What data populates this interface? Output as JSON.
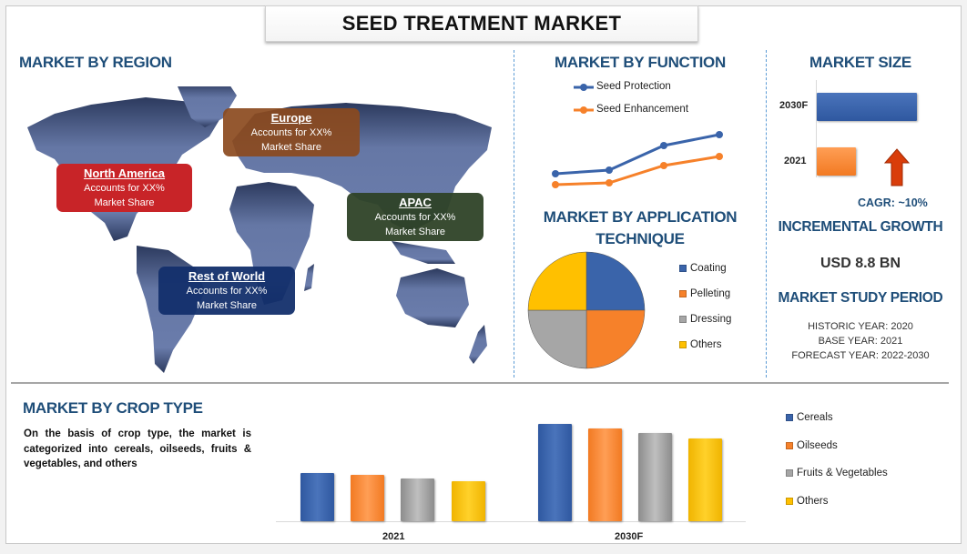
{
  "title": "SEED TREATMENT MARKET",
  "region": {
    "title": "MARKET BY REGION",
    "boxes": [
      {
        "name": "North America",
        "line1": "Accounts for XX%",
        "line2": "Market Share",
        "color": "#c0161c"
      },
      {
        "name": "Europe",
        "line1": "Accounts for XX%",
        "line2": "Market Share",
        "color": "#8b4a1e"
      },
      {
        "name": "APAC",
        "line1": "Accounts for XX%",
        "line2": "Market Share",
        "color": "#2e4227"
      },
      {
        "name": "Rest of World",
        "line1": "Accounts for XX%",
        "line2": "Market Share",
        "color": "#132f6b"
      }
    ]
  },
  "function": {
    "title": "MARKET BY FUNCTION",
    "legend": [
      "Seed Protection",
      "Seed Enhancement"
    ]
  },
  "application": {
    "title_line1": "MARKET BY APPLICATION",
    "title_line2": "TECHNIQUE",
    "legend": [
      "Coating",
      "Pelleting",
      "Dressing",
      "Others"
    ]
  },
  "market_size": {
    "title": "MARKET SIZE",
    "labels": [
      "2030F",
      "2021"
    ],
    "cagr": "CAGR:  ~10%"
  },
  "incremental": {
    "title": "INCREMENTAL GROWTH",
    "value": "USD 8.8 BN"
  },
  "study_period": {
    "title": "MARKET STUDY PERIOD",
    "historic": "HISTORIC YEAR: 2020",
    "base": "BASE YEAR: 2021",
    "forecast": "FORECAST YEAR: 2022-2030"
  },
  "crop": {
    "title": "MARKET BY CROP TYPE",
    "description": "On the basis of crop type, the market is categorized into cereals, oilseeds, fruits & vegetables, and others",
    "categories": [
      "2021",
      "2030F"
    ],
    "legend": [
      "Cereals",
      "Oilseeds",
      "Fruits & Vegetables",
      "Others"
    ]
  },
  "colors": {
    "blue": "#3a64aa",
    "orange": "#f6812a",
    "gray": "#a6a6a6",
    "yellow": "#ffc000",
    "heading": "#1f4e79"
  },
  "chart_data": [
    {
      "type": "line",
      "title": "MARKET BY FUNCTION",
      "x": [
        1,
        2,
        3,
        4
      ],
      "series": [
        {
          "name": "Seed Protection",
          "values": [
            1.0,
            1.1,
            2.4,
            3.0
          ]
        },
        {
          "name": "Seed Enhancement",
          "values": [
            0.5,
            0.6,
            1.5,
            2.0
          ]
        }
      ],
      "xlabel": "",
      "ylabel": "",
      "grid": false,
      "legend_position": "top"
    },
    {
      "type": "pie",
      "title": "MARKET BY APPLICATION TECHNIQUE",
      "categories": [
        "Coating",
        "Pelleting",
        "Dressing",
        "Others"
      ],
      "values": [
        25,
        25,
        25,
        25
      ],
      "legend_position": "right"
    },
    {
      "type": "bar",
      "orientation": "horizontal",
      "title": "MARKET SIZE",
      "categories": [
        "2030F",
        "2021"
      ],
      "values": [
        100,
        40
      ],
      "annotation": "CAGR: ~10%"
    },
    {
      "type": "bar",
      "title": "MARKET BY CROP TYPE",
      "categories": [
        "2021",
        "2030F"
      ],
      "series": [
        {
          "name": "Cereals",
          "values": [
            53,
            107
          ]
        },
        {
          "name": "Oilseeds",
          "values": [
            51,
            102
          ]
        },
        {
          "name": "Fruits & Vegetables",
          "values": [
            47,
            97
          ]
        },
        {
          "name": "Others",
          "values": [
            44,
            91
          ]
        }
      ],
      "xlabel": "",
      "ylabel": "",
      "grid": false,
      "legend_position": "right"
    }
  ]
}
